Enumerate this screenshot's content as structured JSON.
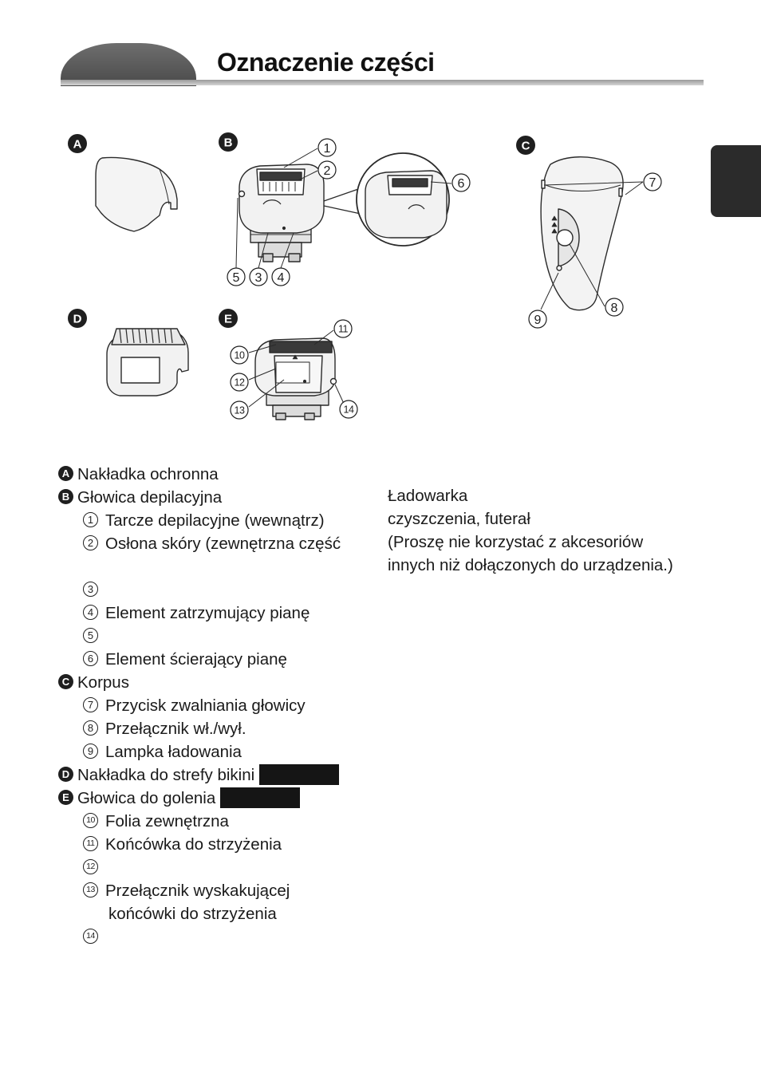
{
  "page": {
    "title": "Oznaczenie części"
  },
  "figure": {
    "letters": {
      "a": "A",
      "b": "B",
      "c": "C",
      "d": "D",
      "e": "E"
    },
    "callouts": {
      "n1": "1",
      "n2": "2",
      "n3": "3",
      "n4": "4",
      "n5": "5",
      "n6": "6",
      "n7": "7",
      "n8": "8",
      "n9": "9",
      "n10": "10",
      "n11": "11",
      "n12": "12",
      "n13": "13",
      "n14": "14"
    }
  },
  "parts": {
    "a": {
      "badge": "A",
      "label": "Nakładka ochronna"
    },
    "b": {
      "badge": "B",
      "label": "Głowica depilacyjna"
    },
    "b1": {
      "num": "1",
      "label": "Tarcze depilacyjne (wewnątrz)"
    },
    "b2": {
      "num": "2",
      "label": "Osłona skóry (zewnętrzna część"
    },
    "b3": {
      "num": "3"
    },
    "b4": {
      "num": "4",
      "label": "Element zatrzymujący pianę"
    },
    "b5": {
      "num": "5"
    },
    "b6": {
      "num": "6",
      "label": "Element ścierający pianę"
    },
    "c": {
      "badge": "C",
      "label": "Korpus"
    },
    "c7": {
      "num": "7",
      "label": "Przycisk zwalniania głowicy"
    },
    "c8": {
      "num": "8",
      "label": "Przełącznik wł./wył."
    },
    "c9": {
      "num": "9",
      "label": "Lampka ładowania"
    },
    "d": {
      "badge": "D",
      "label": "Nakładka do strefy bikini"
    },
    "e": {
      "badge": "E",
      "label": "Głowica do golenia"
    },
    "e10": {
      "num": "10",
      "label": "Folia zewnętrzna"
    },
    "e11": {
      "num": "11",
      "label": "Końcówka do strzyżenia"
    },
    "e12": {
      "num": "12"
    },
    "e13": {
      "num": "13",
      "label": "Przełącznik wyskakującej"
    },
    "e13b": {
      "label": "końcówki do strzyżenia"
    },
    "e14": {
      "num": "14"
    }
  },
  "accessories": {
    "line1": "Ładowarka",
    "line2": "czyszczenia, futerał",
    "line3": "(Proszę nie korzystać z akcesoriów",
    "line4": "innych niż dołączonych do urządzenia.)"
  }
}
